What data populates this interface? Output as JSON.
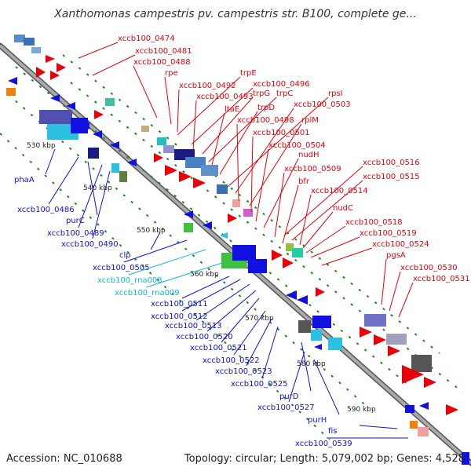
{
  "title": "Xanthomonas campestris pv. campestris str. B100, complete ge...",
  "footer": {
    "accession": "Accession: NC_010688",
    "summary": "Topology: circular; Length: 5,079,002 bp; Genes: 4,528"
  },
  "colors": {
    "forward": "#e8000b",
    "reverse": "#1010e0",
    "rna": "#10b8e0",
    "backbone": "#8a8a8a",
    "dots": "#1a8a1a"
  },
  "scale_labels": [
    "530 kbp",
    "540 kbp",
    "550 kbp",
    "560 kbp",
    "570 kbp",
    "580 kbp",
    "590 kbp"
  ],
  "forward_labels": [
    "xccb100_0474",
    "xccb100_0481",
    "xccb100_0488",
    "rpe",
    "xccb100_0492",
    "trpE",
    "xccb100_0496",
    "xccb100_0493",
    "trpG",
    "trpC",
    "ltaE",
    "trpD",
    "rpsI",
    "xccb100_0503",
    "xccb100_0498",
    "rplM",
    "xccb100_0501",
    "xccb100_0504",
    "nudH",
    "xccb100_0516",
    "xccb100_0509",
    "xccb100_0515",
    "bfr",
    "xccb100_0514",
    "nudC",
    "xccb100_0518",
    "xccb100_0519",
    "xccb100_0524",
    "pgsA",
    "xccb100_0530",
    "xccb100_0531"
  ],
  "reverse_labels": [
    "phaA",
    "xccb100_0486",
    "purC",
    "xccb100_0489",
    "xccb100_0490",
    "clp",
    "xccb100_0505",
    "xccb100_rna008",
    "xccb100_rna009",
    "xccb100_0511",
    "xccb100_0512",
    "xccb100_0513",
    "xccb100_0520",
    "xccb100_0521",
    "xccb100_0522",
    "xccb100_0523",
    "xccb100_0525",
    "purD",
    "xccb100_0527",
    "purH",
    "fis",
    "xccb100_0539"
  ]
}
